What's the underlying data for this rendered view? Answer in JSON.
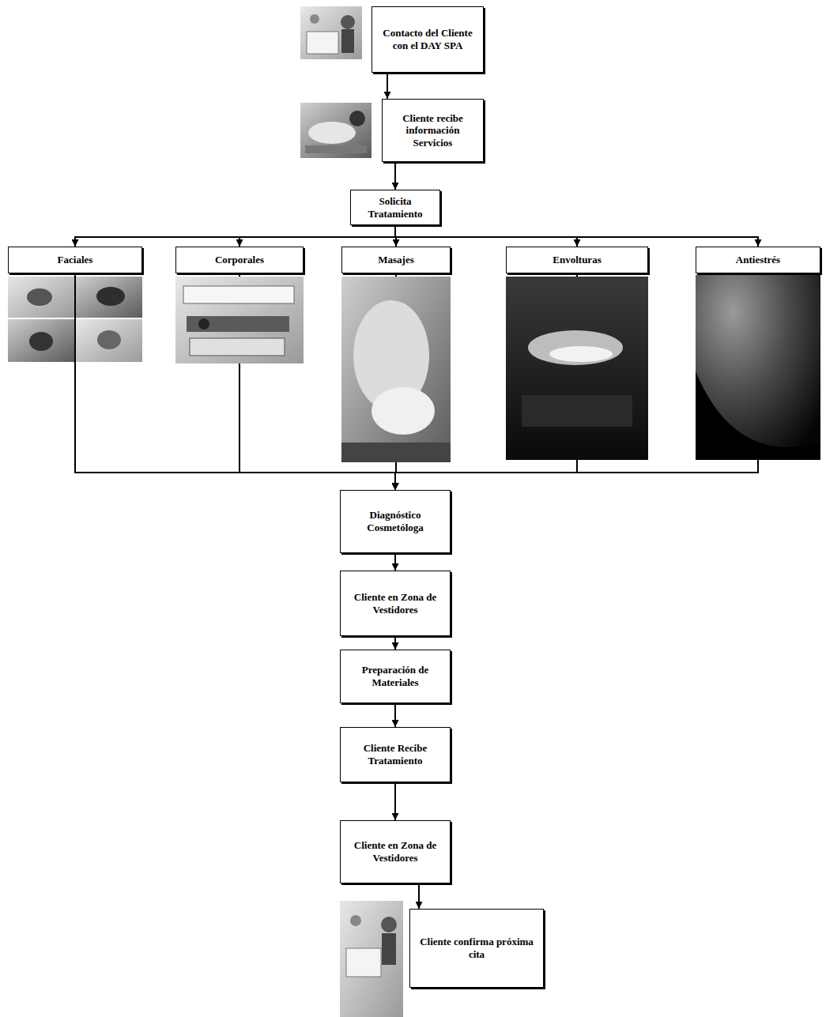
{
  "diagram": {
    "nodes": [
      {
        "text": [
          "Contacto del Cliente con el DAY SPA"
        ]
      },
      {
        "text": [
          "Cliente recibe información Servicios"
        ]
      },
      {
        "text": [
          "Solicita Tratamiento"
        ]
      },
      {
        "text": [
          "Faciales"
        ]
      },
      {
        "text": [
          "Corporales"
        ]
      },
      {
        "text": [
          "Masajes"
        ]
      },
      {
        "text": [
          "Envolturas"
        ]
      },
      {
        "text": [
          "Antiestrés"
        ]
      },
      {
        "text": [
          "Diagnóstico Cosmetóloga"
        ]
      },
      {
        "text": [
          "Cliente en Zona de Vestidores"
        ]
      },
      {
        "text": [
          "Preparación de Materiales"
        ]
      },
      {
        "text": [
          "Cliente Recibe Tratamiento"
        ]
      },
      {
        "text": [
          "Cliente en Zona de Vestidores"
        ]
      },
      {
        "text": [
          "Cliente confirma próxima cita"
        ]
      }
    ],
    "edges": [
      {
        "from": 0,
        "to": 1,
        "arrow": "to"
      },
      {
        "from": 1,
        "to": 2,
        "arrow": "to"
      },
      {
        "from": 2,
        "to": 3,
        "arrow": "to"
      },
      {
        "from": 2,
        "to": 4,
        "arrow": "to"
      },
      {
        "from": 2,
        "to": 5,
        "arrow": "to"
      },
      {
        "from": 2,
        "to": 6,
        "arrow": "to"
      },
      {
        "from": 2,
        "to": 7,
        "arrow": "to"
      },
      {
        "from": 3,
        "to": 8,
        "arrow": "to"
      },
      {
        "from": 4,
        "to": 8,
        "arrow": "to"
      },
      {
        "from": 5,
        "to": 8,
        "arrow": "to"
      },
      {
        "from": 6,
        "to": 8,
        "arrow": "to"
      },
      {
        "from": 7,
        "to": 8,
        "arrow": "to"
      },
      {
        "from": 8,
        "to": 9,
        "arrow": "to"
      },
      {
        "from": 9,
        "to": 10,
        "arrow": "to"
      },
      {
        "from": 10,
        "to": 11,
        "arrow": "to"
      },
      {
        "from": 11,
        "to": 12,
        "arrow": "to"
      },
      {
        "from": 12,
        "to": 13,
        "arrow": "to"
      }
    ]
  }
}
